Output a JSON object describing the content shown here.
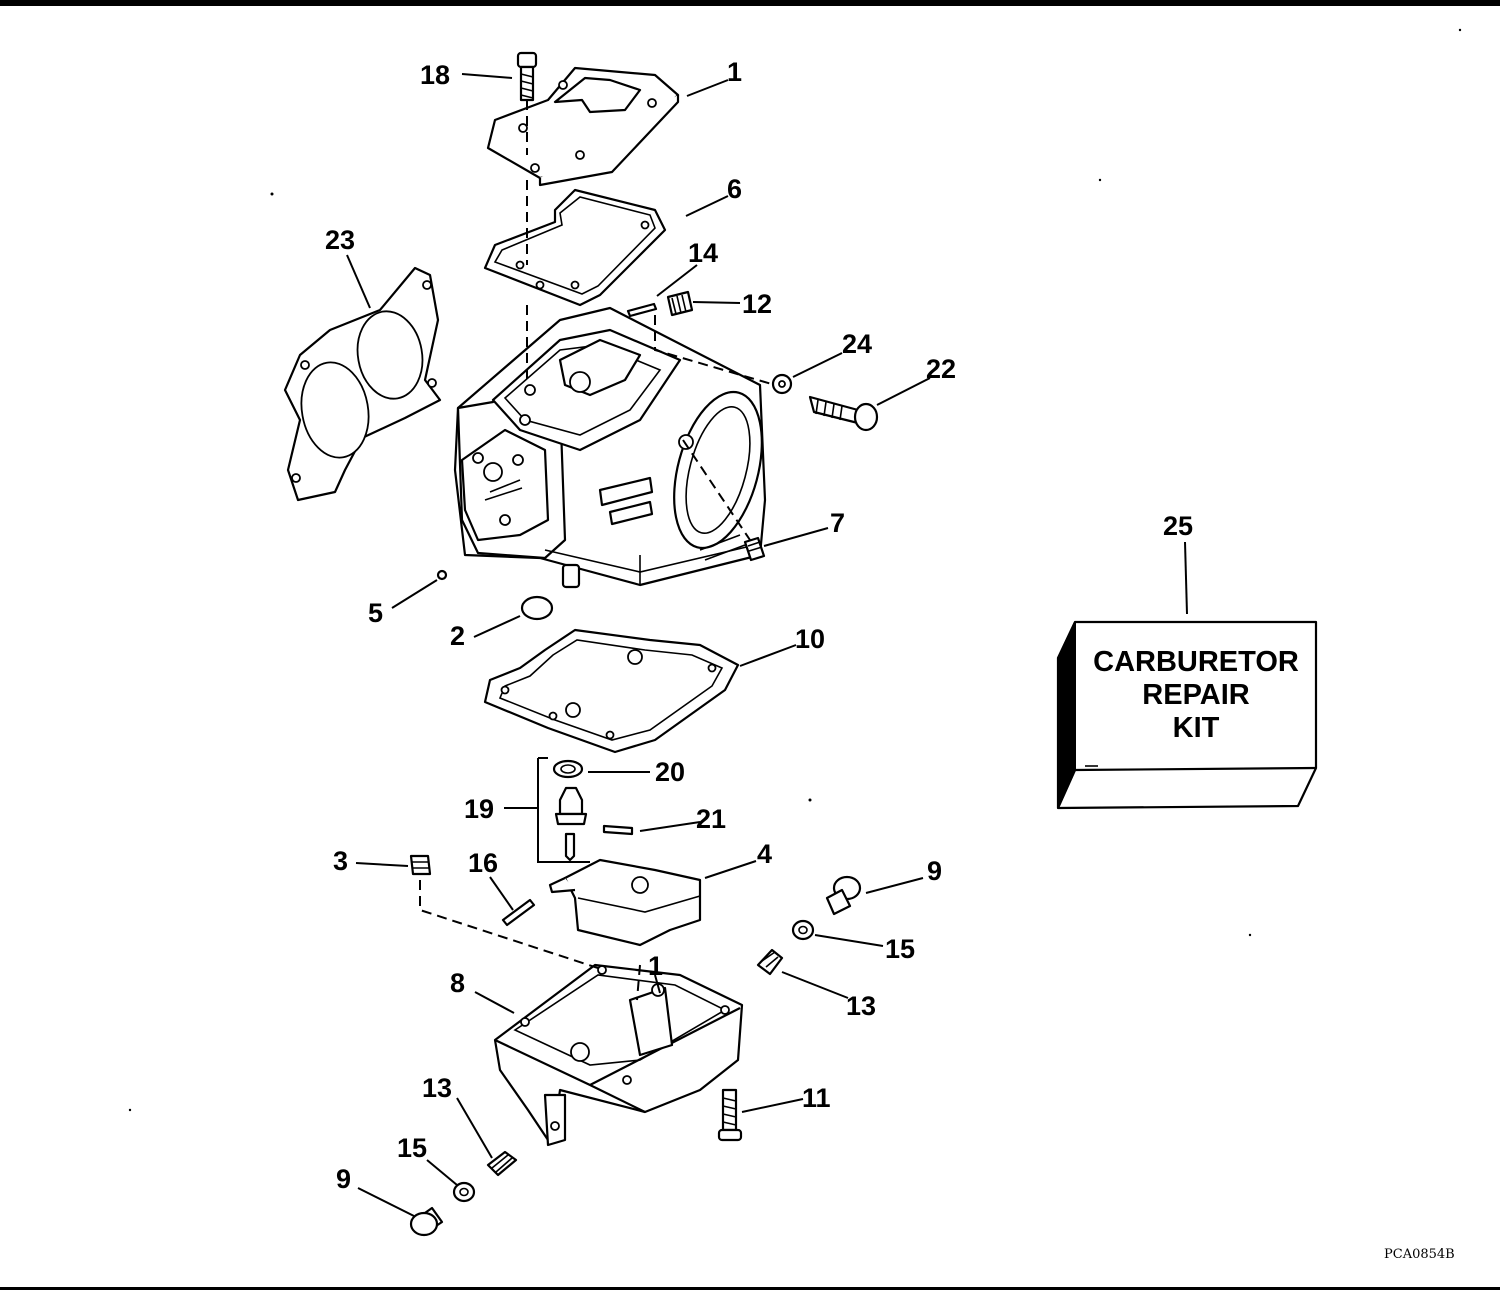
{
  "callouts": [
    {
      "id": "c18a",
      "text": "18"
    },
    {
      "id": "c1a",
      "text": "1"
    },
    {
      "id": "c6",
      "text": "6"
    },
    {
      "id": "c23",
      "text": "23"
    },
    {
      "id": "c14",
      "text": "14"
    },
    {
      "id": "c12",
      "text": "12"
    },
    {
      "id": "c24",
      "text": "24"
    },
    {
      "id": "c22",
      "text": "22"
    },
    {
      "id": "c7",
      "text": "7"
    },
    {
      "id": "c5",
      "text": "5"
    },
    {
      "id": "c2",
      "text": "2"
    },
    {
      "id": "c10",
      "text": "10"
    },
    {
      "id": "c20",
      "text": "20"
    },
    {
      "id": "c19",
      "text": "19"
    },
    {
      "id": "c21",
      "text": "21"
    },
    {
      "id": "c3",
      "text": "3"
    },
    {
      "id": "c16",
      "text": "16"
    },
    {
      "id": "c4",
      "text": "4"
    },
    {
      "id": "c9a",
      "text": "9"
    },
    {
      "id": "c15a",
      "text": "15"
    },
    {
      "id": "c8",
      "text": "8"
    },
    {
      "id": "c1b",
      "text": "1"
    },
    {
      "id": "c13a",
      "text": "13"
    },
    {
      "id": "c11",
      "text": "11"
    },
    {
      "id": "c13b",
      "text": "13"
    },
    {
      "id": "c15b",
      "text": "15"
    },
    {
      "id": "c9b",
      "text": "9"
    },
    {
      "id": "c25",
      "text": "25"
    }
  ],
  "kit_label": {
    "line1": "CARBURETOR",
    "line2": "REPAIR",
    "line3": "KIT"
  },
  "figure_code": "PCA0854B"
}
